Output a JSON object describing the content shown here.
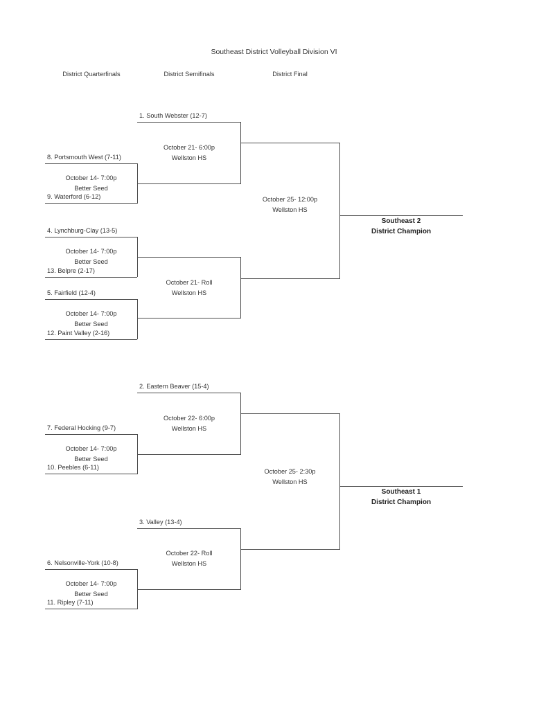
{
  "title": "Southeast District Volleyball Division VI",
  "columns": {
    "quarterfinals": "District Quarterfinals",
    "semifinals": "District Semifinals",
    "final": "District Final"
  },
  "teams": {
    "south_webster": "1. South Webster (12-7)",
    "portsmouth_west": "8. Portsmouth West (7-11)",
    "waterford": "9. Waterford (6-12)",
    "lynchburg_clay": "4. Lynchburg-Clay (13-5)",
    "belpre": "13. Belpre (2-17)",
    "fairfield": "5. Fairfield (12-4)",
    "paint_valley": "12. Paint Valley (2-16)",
    "eastern_beaver": "2. Eastern Beaver (15-4)",
    "federal_hocking": "7. Federal Hocking (9-7)",
    "peebles": "10. Peebles (6-11)",
    "valley": "3. Valley (13-4)",
    "nelsonville_york": "6. Nelsonville-York (10-8)",
    "ripley": "11. Ripley (7-11)"
  },
  "games": {
    "qf1": {
      "when": "October 14- 7:00p",
      "where": "Better Seed"
    },
    "qf2": {
      "when": "October 14- 7:00p",
      "where": "Better Seed"
    },
    "qf3": {
      "when": "October 14- 7:00p",
      "where": "Better Seed"
    },
    "qf4": {
      "when": "October 14- 7:00p",
      "where": "Better Seed"
    },
    "qf5": {
      "when": "October 14- 7:00p",
      "where": "Better Seed"
    },
    "sf1": {
      "when": "October 21- 6:00p",
      "where": "Wellston HS"
    },
    "sf2": {
      "when": "October 21- Roll",
      "where": "Wellston HS"
    },
    "sf3": {
      "when": "October 22- 6:00p",
      "where": "Wellston HS"
    },
    "sf4": {
      "when": "October 22- Roll",
      "where": "Wellston HS"
    },
    "final_top": {
      "when": "October 25- 12:00p",
      "where": "Wellston HS"
    },
    "final_bottom": {
      "when": "October 25- 2:30p",
      "where": "Wellston HS"
    }
  },
  "champions": {
    "top": {
      "line1": "Southeast 2",
      "line2": "District Champion"
    },
    "bottom": {
      "line1": "Southeast 1",
      "line2": "District Champion"
    }
  },
  "colors": {
    "line": "#4a4a4a",
    "text": "#333333"
  }
}
